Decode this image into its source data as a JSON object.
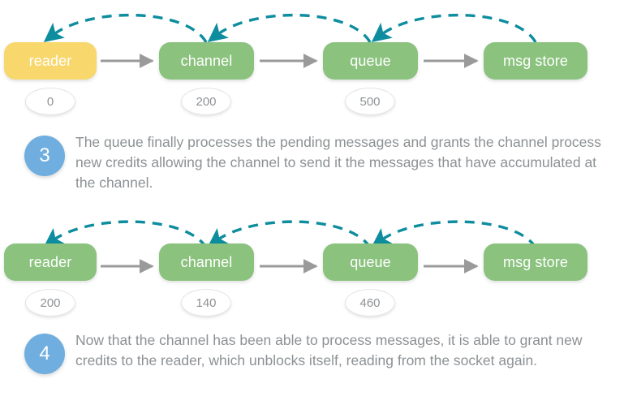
{
  "colors": {
    "node_green": "#8ac27e",
    "node_yellow": "#f8d76d",
    "arc_teal": "#0d8d9e",
    "arrow_gray": "#9a9a9a",
    "step_blue": "#6faede",
    "text_gray": "#8d9194",
    "badge_text": "#8e9295",
    "background": "#ffffff"
  },
  "diagram_rows": [
    {
      "id": "row-1",
      "nodes": [
        {
          "label": "reader",
          "color": "yellow",
          "badge": "0"
        },
        {
          "label": "channel",
          "color": "green",
          "badge": "200"
        },
        {
          "label": "queue",
          "color": "green",
          "badge": "500"
        },
        {
          "label": "msg store",
          "color": "green",
          "badge": null
        }
      ],
      "flow_arrows": [
        {
          "from": "reader",
          "to": "channel",
          "style": "solid-gray"
        },
        {
          "from": "channel",
          "to": "queue",
          "style": "solid-gray"
        },
        {
          "from": "queue",
          "to": "msg store",
          "style": "solid-gray"
        }
      ],
      "credit_arcs": [
        {
          "from": "channel",
          "to": "reader",
          "style": "dashed-teal"
        },
        {
          "from": "queue",
          "to": "channel",
          "style": "dashed-teal"
        },
        {
          "from": "msg store",
          "to": "queue",
          "style": "dashed-teal"
        }
      ]
    },
    {
      "id": "row-2",
      "nodes": [
        {
          "label": "reader",
          "color": "green",
          "badge": "200"
        },
        {
          "label": "channel",
          "color": "green",
          "badge": "140"
        },
        {
          "label": "queue",
          "color": "green",
          "badge": "460"
        },
        {
          "label": "msg store",
          "color": "green",
          "badge": null
        }
      ],
      "flow_arrows": [
        {
          "from": "reader",
          "to": "channel",
          "style": "solid-gray"
        },
        {
          "from": "channel",
          "to": "queue",
          "style": "solid-gray"
        },
        {
          "from": "queue",
          "to": "msg store",
          "style": "solid-gray"
        }
      ],
      "credit_arcs": [
        {
          "from": "channel",
          "to": "reader",
          "style": "dashed-teal"
        },
        {
          "from": "queue",
          "to": "channel",
          "style": "dashed-teal"
        },
        {
          "from": "msg store",
          "to": "queue",
          "style": "dashed-teal"
        }
      ]
    }
  ],
  "steps": [
    {
      "number": "3",
      "text": "The queue finally processes the pending messages and grants the channel process new credits allowing the channel to send it the messages that have accumulated at the channel."
    },
    {
      "number": "4",
      "text": "Now that the channel has been able to process messages, it is able to grant new credits to the reader, which unblocks itself, reading from the socket again."
    }
  ]
}
